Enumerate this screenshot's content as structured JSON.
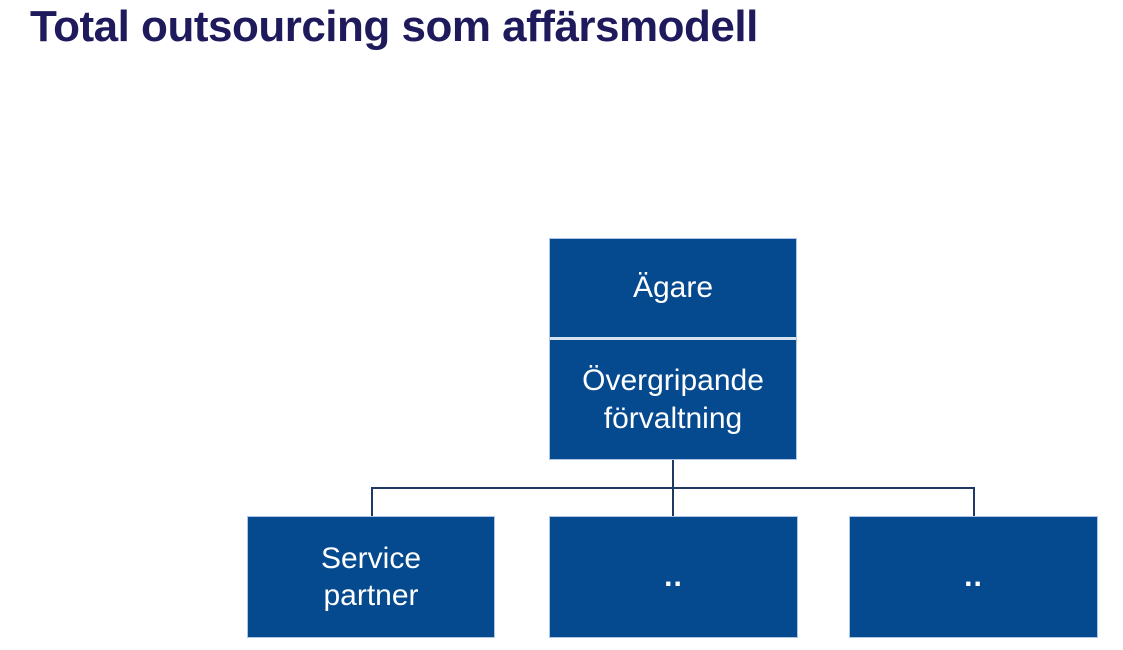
{
  "slide": {
    "title": "Total outsourcing som affärsmodell"
  },
  "org_chart": {
    "root": {
      "owner_label": "Ägare",
      "management_label": "Övergripande\nförvaltning"
    },
    "children": [
      {
        "label": "Service\npartner"
      },
      {
        "label": ".."
      },
      {
        "label": ".."
      }
    ]
  },
  "colors": {
    "title_text": "#1e1a5c",
    "box_fill": "#05498f",
    "box_border": "#aec6e8",
    "box_divider": "#d6e2f0",
    "connector_line": "#1f3864",
    "box_text": "#ffffff",
    "background": "#ffffff"
  }
}
